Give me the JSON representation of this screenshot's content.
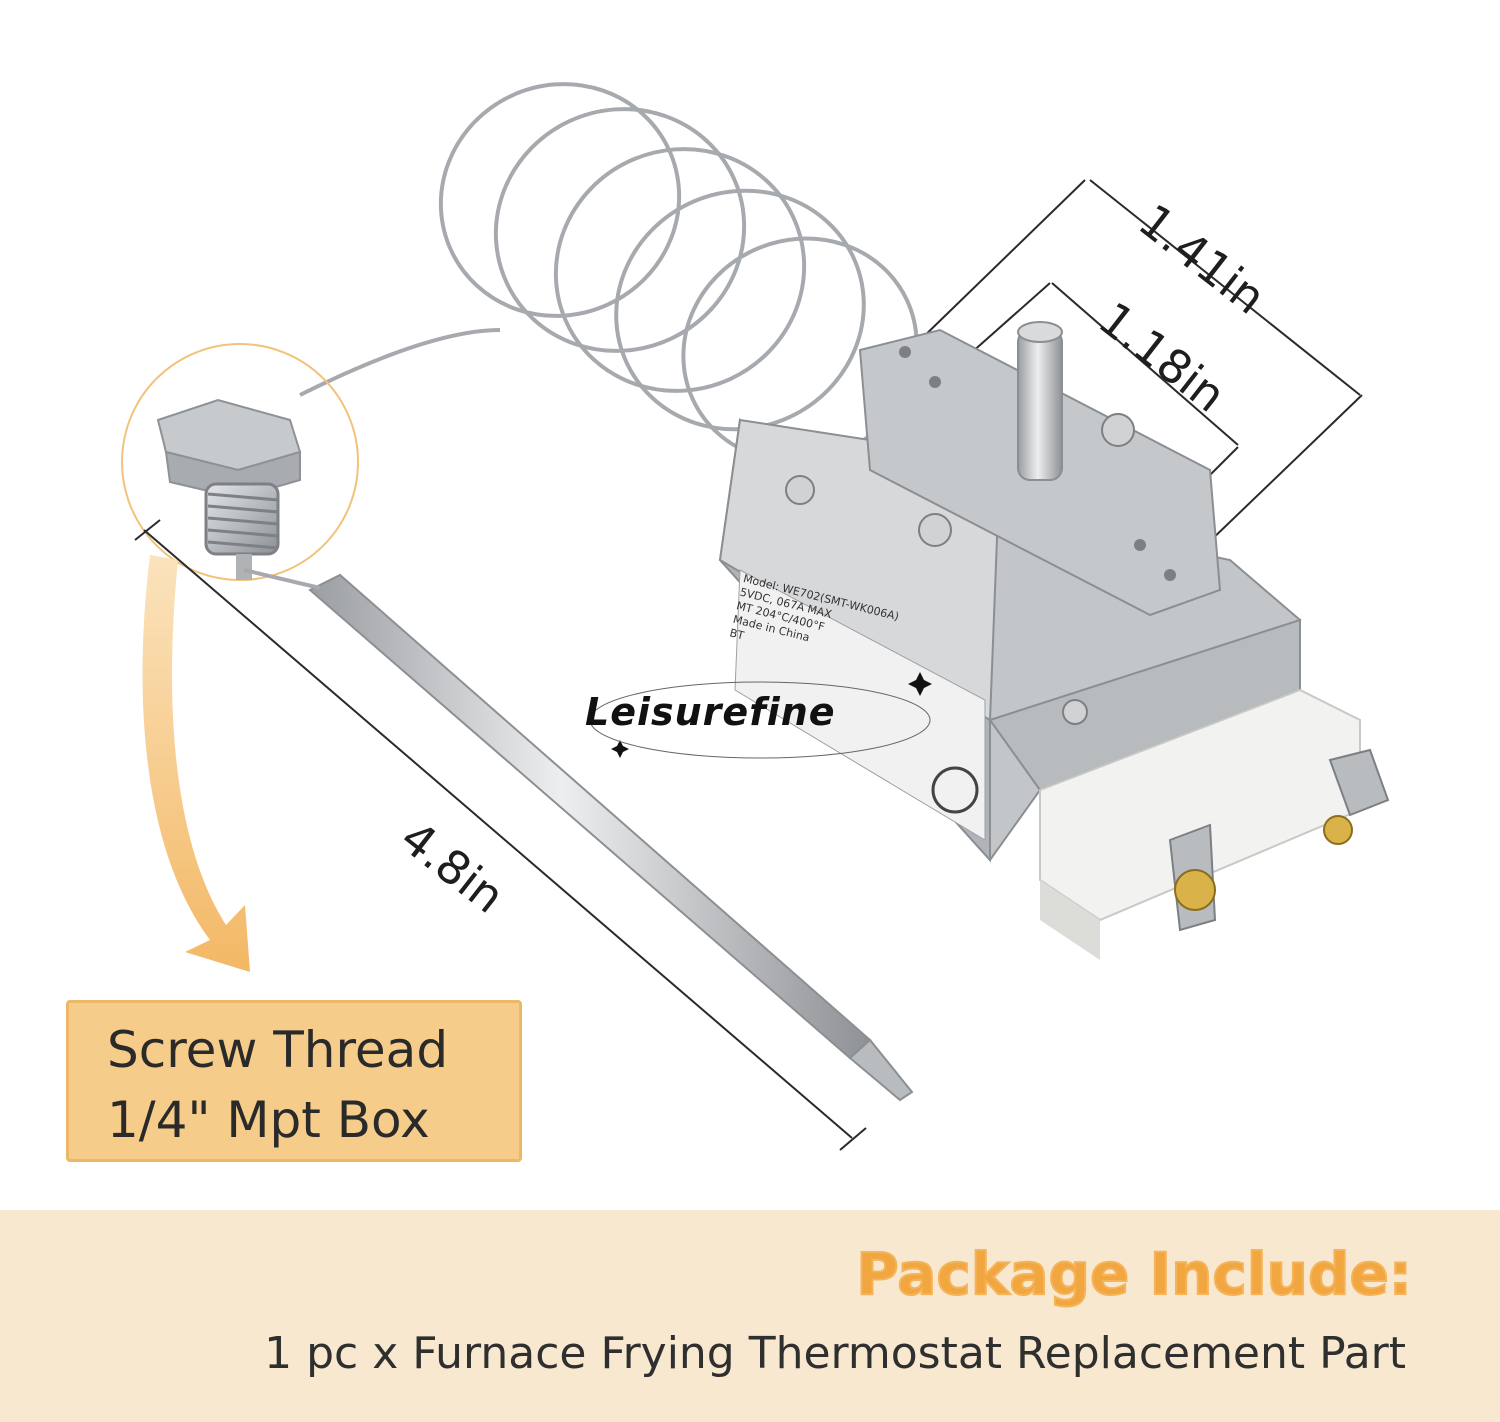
{
  "dimensions": {
    "width_a": "1.41in",
    "width_b": "1.18in",
    "probe_length": "4.8in"
  },
  "thread_callout": {
    "line1": "Screw Thread",
    "line2": "1/4\" Mpt Box"
  },
  "brand": "Leisurefine",
  "thermostat_label": {
    "model": "Model: WE702(SMT-WK006A)",
    "rating": "5VDC, 067A MAX",
    "temp": "MT 204°C/400°F",
    "origin": "Made in China",
    "mark": "BT"
  },
  "package": {
    "title": "Package Include:",
    "item": "1 pc x Furnace Frying Thermostat Replacement Part"
  },
  "colors": {
    "accent": "#f1a640",
    "callout_bg": "#f6cc8a",
    "footer_bg": "#f8e8cf"
  }
}
